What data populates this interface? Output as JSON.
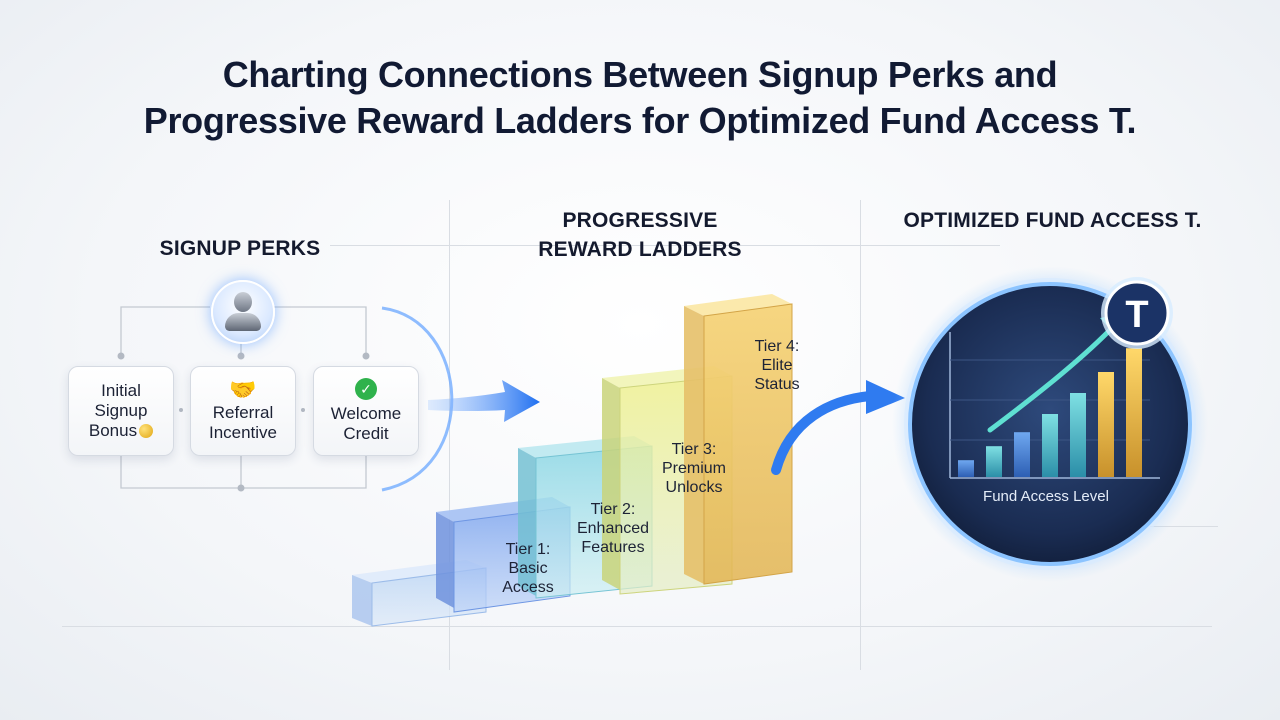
{
  "title": {
    "line1": "Charting Connections Between Signup Perks and",
    "line2": "Progressive Reward Ladders for Optimized Fund Access T."
  },
  "sections": {
    "signup": "SIGNUP PERKS",
    "ladders_line1": "PROGRESSIVE",
    "ladders_line2": "REWARD LADDERS",
    "fund": "OPTIMIZED FUND ACCESS T."
  },
  "perks": [
    {
      "line1": "Initial",
      "line2": "Signup",
      "line3": "Bonus",
      "icon": "coin-icon"
    },
    {
      "line1": "Referral",
      "line2": "Incentive",
      "icon": "handshake-icon"
    },
    {
      "line1": "Welcome",
      "line2": "Credit",
      "icon": "check-icon"
    }
  ],
  "tiers": [
    {
      "line1": "Tier 1:",
      "line2": "Basic",
      "line3": "Access",
      "color": "#5b8fe0"
    },
    {
      "line1": "Tier 2:",
      "line2": "Enhanced",
      "line3": "Features",
      "color": "#6ec6d8"
    },
    {
      "line1": "Tier 3:",
      "line2": "Premium",
      "line3": "Unlocks",
      "color": "#d9dc7a"
    },
    {
      "line1": "Tier 4:",
      "line2": "Elite",
      "line3": "Status",
      "color": "#e8b84a"
    }
  ],
  "fund_access": {
    "label": "Fund Access Level",
    "badge": "T",
    "bars": [
      0.12,
      0.22,
      0.32,
      0.45,
      0.6,
      0.75,
      0.92
    ]
  },
  "colors": {
    "accent_blue": "#2f7bf0",
    "title": "#111a33",
    "circle_dark": "#1b2d52"
  }
}
